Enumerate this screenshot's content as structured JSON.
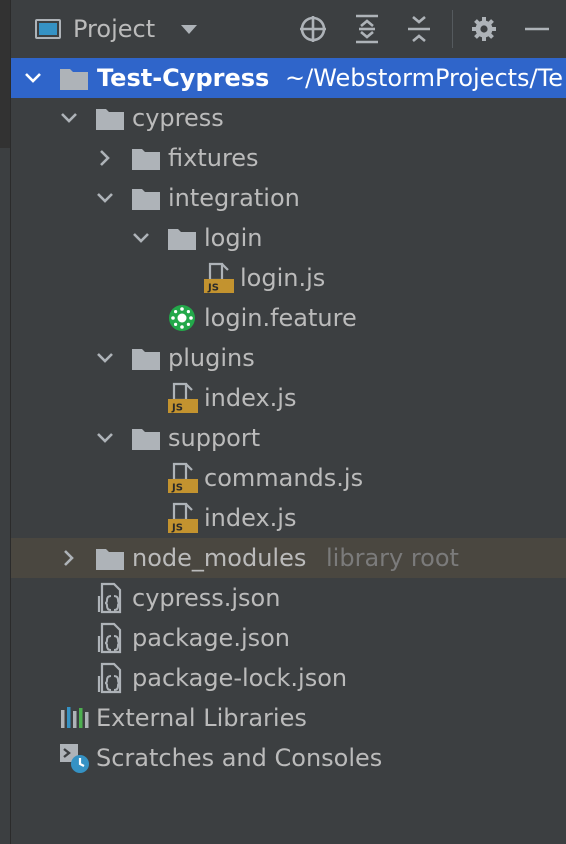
{
  "toolbar": {
    "view_label": "Project",
    "icons": [
      "locate-icon",
      "expand-all-icon",
      "collapse-all-icon",
      "gear-icon",
      "hide-icon"
    ]
  },
  "tree": {
    "root": {
      "label": "Test-Cypress",
      "path": "~/WebstormProjects/Te"
    },
    "cypress": "cypress",
    "fixtures": "fixtures",
    "integration": "integration",
    "login_dir": "login",
    "login_js": "login.js",
    "login_feature": "login.feature",
    "plugins": "plugins",
    "plugins_index": "index.js",
    "support": "support",
    "commands": "commands.js",
    "support_index": "index.js",
    "node_modules": "node_modules",
    "node_modules_hint": "library root",
    "cypress_json": "cypress.json",
    "package_json": "package.json",
    "package_lock": "package-lock.json",
    "external_libraries": "External Libraries",
    "scratches": "Scratches and Consoles"
  },
  "colors": {
    "background": "#3c3f41",
    "selected": "#2f65ca",
    "hover": "#4a4740",
    "folder": "#aeb3b8",
    "js_badge": "#c3932f",
    "cucumber": "#23a84a"
  },
  "ui_text": {
    "js_badge": "JS"
  }
}
